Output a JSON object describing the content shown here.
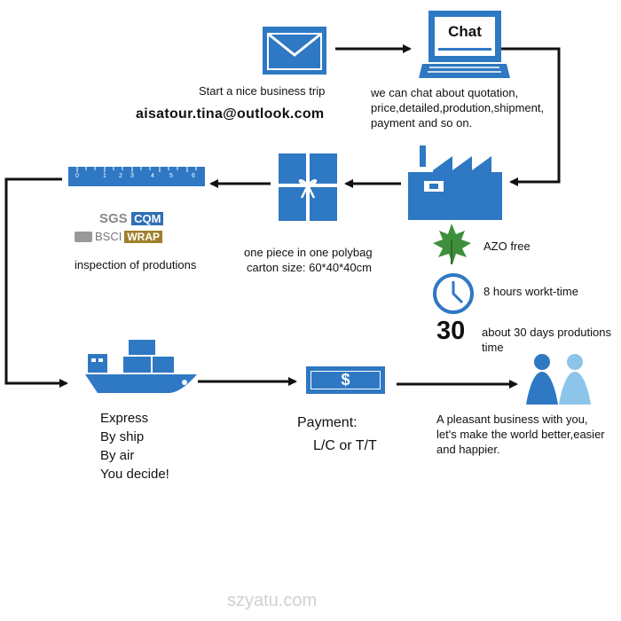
{
  "colors": {
    "primary": "#2f78c3",
    "light": "#8dc4ea",
    "leaf": "#3e8f3b",
    "arrow": "#111111"
  },
  "steps": {
    "email": {
      "icon": "envelope-icon",
      "label": "Start a nice business trip",
      "address": "aisatour.tina@outlook.com"
    },
    "chat": {
      "icon": "laptop-chat-icon",
      "screen_text": "Chat",
      "lines": [
        "we can chat about quotation,",
        "price,detailed,prodution,shipment,",
        "payment and so on."
      ]
    },
    "factory": {
      "icon": "factory-icon"
    },
    "features": [
      {
        "icon": "leaf-icon",
        "label": "AZO free"
      },
      {
        "icon": "clock-icon",
        "label": "8 hours workt-time"
      },
      {
        "icon": "number-30",
        "number": "30",
        "lines": [
          "about 30 days produtions",
          "time"
        ]
      }
    ],
    "package": {
      "icon": "gift-box-icon",
      "lines": [
        "one piece in one polybag",
        "carton size: 60*40*40cm"
      ]
    },
    "inspection": {
      "icon": "ruler-icon",
      "ruler_marks": [
        "0",
        "1",
        "2",
        "3",
        "4",
        "5",
        "6"
      ],
      "logos": {
        "sgs": "SGS",
        "cqm": "CQM",
        "bsci": "BSCI",
        "wrap": "WRAP"
      },
      "label": "inspection of produtions"
    },
    "shipping": {
      "icon": "cargo-ship-icon",
      "lines": [
        "Express",
        "By ship",
        "By air",
        "You decide!"
      ]
    },
    "payment": {
      "icon": "dollar-bill-icon",
      "symbol": "$",
      "title": "Payment:",
      "method": "L/C or T/T"
    },
    "partnership": {
      "icon": "people-icon",
      "lines": [
        "A pleasant business with you,",
        "let's make the world better,easier",
        "and happier."
      ]
    }
  },
  "watermark": "szyatu.com"
}
